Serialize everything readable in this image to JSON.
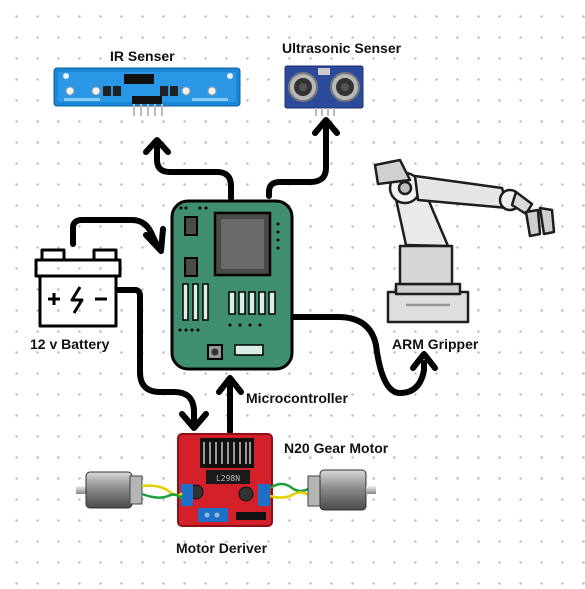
{
  "labels": {
    "ir_sensor": "IR Senser",
    "ultrasonic_sensor": "Ultrasonic Senser",
    "battery": "12 v Battery",
    "arm_gripper": "ARM Gripper",
    "microcontroller": "Microcontroller",
    "gear_motor": "N20 Gear Motor",
    "motor_driver": "Motor Deriver"
  },
  "icons": {
    "ir_sensor": "ir-sensor-board-icon",
    "ultrasonic_sensor": "ultrasonic-sensor-icon",
    "battery": "battery-icon",
    "microcontroller": "microcontroller-board-icon",
    "arm_gripper": "robot-arm-icon",
    "motor_driver": "l298n-driver-board-icon",
    "left_motor": "dc-motor-icon",
    "right_motor": "dc-motor-icon"
  },
  "colors": {
    "mcu_board": "#3f8f6e",
    "ir_board": "#1a86d6",
    "ultrasonic_board": "#2b4a9c",
    "driver_board": "#d3202b",
    "arrow": "#000000"
  }
}
